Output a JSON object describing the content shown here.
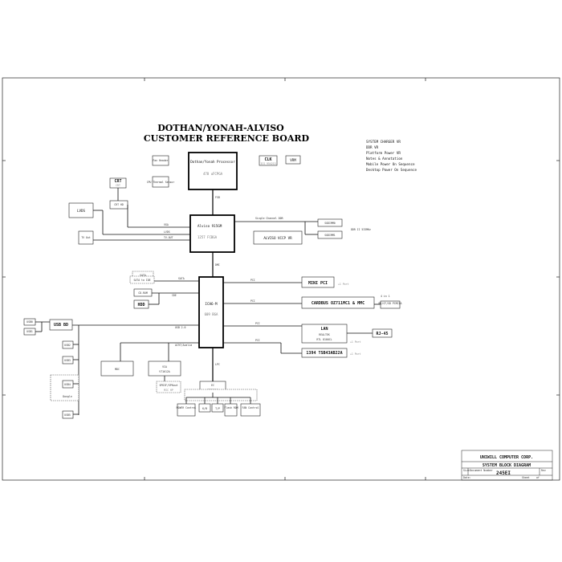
{
  "title": {
    "line1": "DOTHAN/YONAH-ALVISO",
    "line2": "CUSTOMER REFERENCE BOARD"
  },
  "notes": [
    "SYSTEM CHARGER VR",
    "DDR VR",
    "Platform Power VR",
    "Notes & Annotation",
    "Mobile Power On Sequence",
    "Desktop Power On Sequence"
  ],
  "blocks": {
    "fan_header": "Fan Header",
    "cpu_thermal_sensor": "CPU Thermal Sensor",
    "processor": {
      "name": "Dothan/Yonah Processor",
      "pkg": "478 uFCPGA"
    },
    "clk": {
      "name": "CLK",
      "sub": "ICS 954213"
    },
    "vrm": "VRM",
    "crt": {
      "name": "CRT",
      "sub": "CRT"
    },
    "crt_hd": "CRT HD",
    "lvds": "LVDS",
    "tv": "TV Out",
    "alviso": {
      "name": "Alviso 915GM",
      "pkg": "1257 FCBGA"
    },
    "alviso_vcc": "ALVISO VCCP VR",
    "sodimm0": "SODIMM0",
    "sodimm1": "SODIMM1",
    "ich6m": {
      "name": "ICH6-M",
      "pkg": "609 BGA"
    },
    "sata": "SATA",
    "sata_hdd": "SATA to IDE",
    "cdrom": "CD-ROM",
    "hdd": "HDD",
    "usb_bd": "USB BD",
    "usb": [
      "USB0",
      "USB1",
      "USB2",
      "USB3",
      "USB4",
      "USB5",
      "USB6"
    ],
    "dongle": "Dongle",
    "mdc": "MDC",
    "via": {
      "name": "VIA",
      "sub": "VT1612A"
    },
    "audio_out": "SPDIF/SPKout",
    "audio_sub": "MIC  HP",
    "ec": {
      "name": "EC",
      "sub": "IT8510E"
    },
    "ec_children": [
      "POWER Control",
      "K/B",
      "T/P",
      "Flash ROM",
      "FAN Control"
    ],
    "mini_pci": "MINI PCI",
    "mini_pci_note": "+1 Port",
    "cardbus": "CARDBUS OZ711MC1 & MMC",
    "four_in_one": "4 in 1",
    "ms": "MS/CF/SD PCMCIA",
    "lan": {
      "name": "LAN",
      "sub1": "REALTEK",
      "sub2": "RTL 8100CL"
    },
    "rj45": "RJ-45",
    "lan_note": "+1 Port",
    "ieee": "1394 TSB43AB22A",
    "ieee_note": "+1 Port"
  },
  "links": {
    "fsb": "FSB",
    "vga": "VGA",
    "lvds": "LVDS",
    "tvout": "TV-OUT",
    "dmi": "DMI",
    "ddr": "Single Channel DDR",
    "ddr_speed": "DDR II 533MHz",
    "sata": "SATA",
    "ide": "IDE",
    "pci1": "PCI",
    "pci2": "PCI",
    "pci3": "PCI",
    "pci4": "PCI",
    "usb": "USB 2.0",
    "ac97": "AC97/Azalia",
    "lpc": "LPC"
  },
  "title_block": {
    "company": "UNIWILL COMPUTER CORP.",
    "sheet": "SYSTEM BLOCK DIAGRAM",
    "doc_no": "245EI",
    "size_label": "Size",
    "doc_label": "Document Number",
    "rev_label": "Rev",
    "date_label": "Date:",
    "sheet_label": "Sheet",
    "of_label": "of"
  }
}
